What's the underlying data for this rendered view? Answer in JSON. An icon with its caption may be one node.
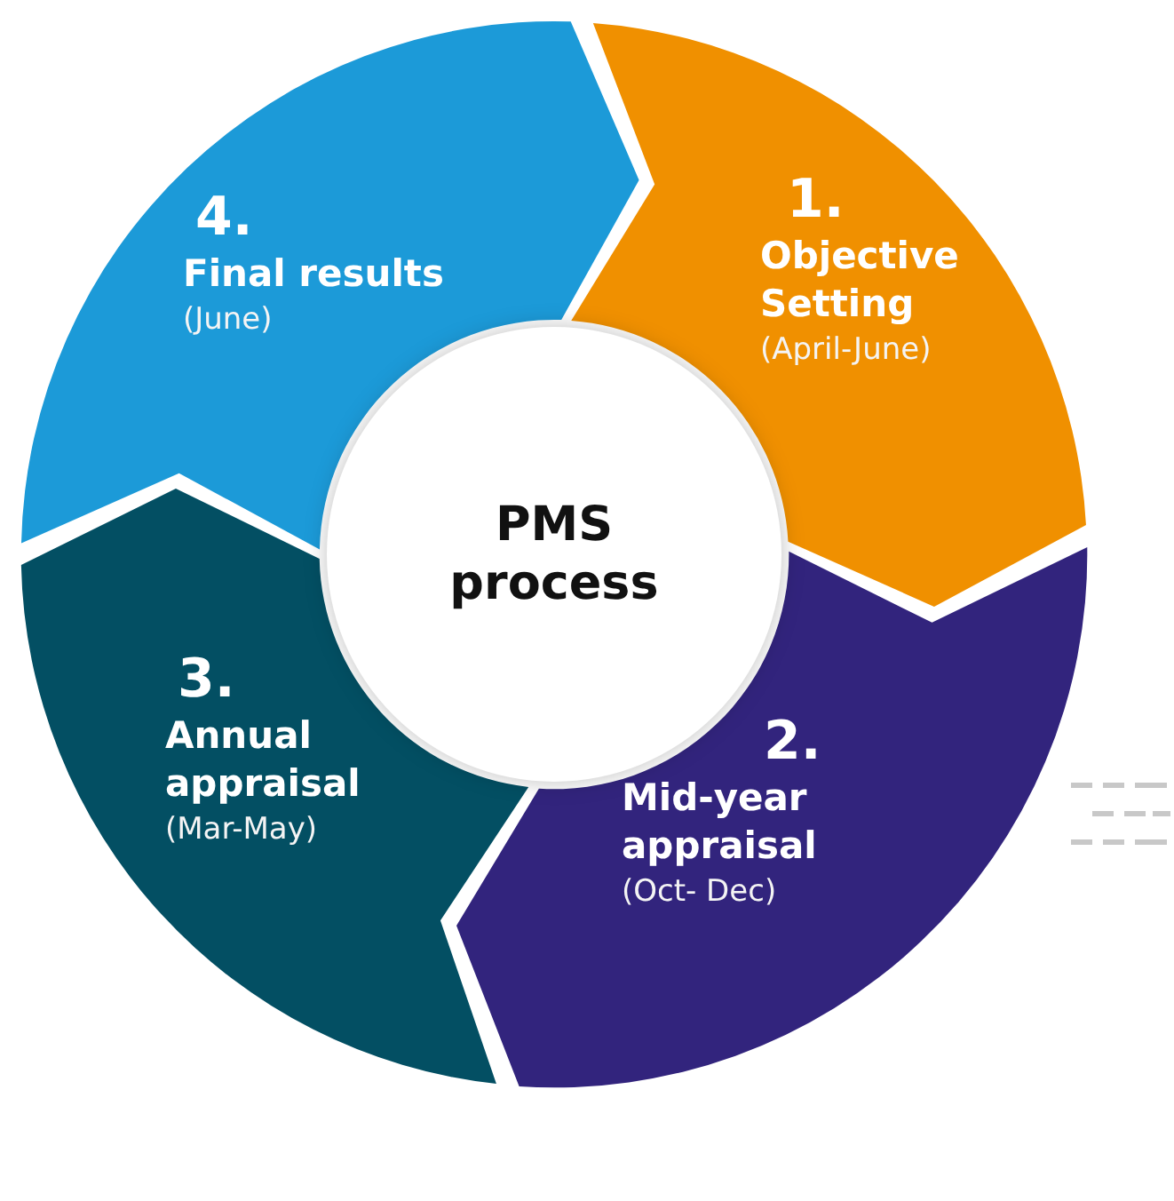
{
  "diagram": {
    "nodes": [
      {
        "text": [
          "1.",
          "Objective Setting",
          "(April-June)"
        ]
      },
      {
        "text": [
          "2.",
          "Mid-year appraisal",
          "(Oct- Dec)"
        ]
      },
      {
        "text": [
          "3.",
          "Annual appraisal",
          "(Mar-May)"
        ]
      },
      {
        "text": [
          "4.",
          "Final results",
          "(June)"
        ]
      },
      {
        "text": [
          "PMS process"
        ]
      }
    ]
  }
}
